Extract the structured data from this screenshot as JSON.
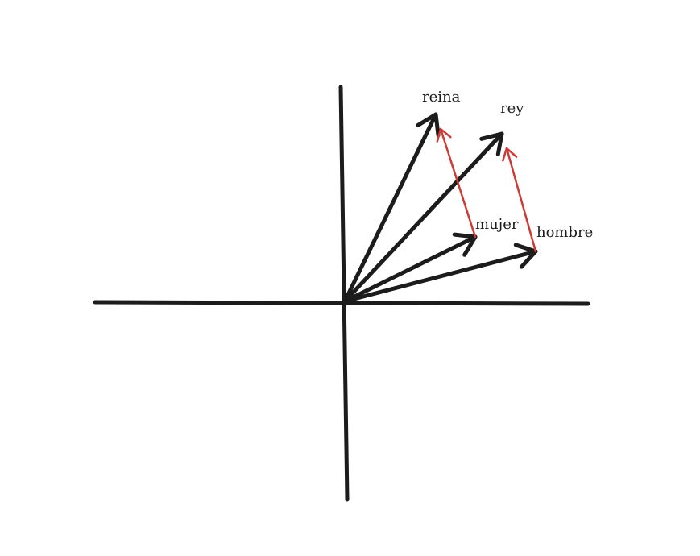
{
  "diagram": {
    "colors": {
      "background": "#ffffff",
      "axis": "#1c1c1c",
      "word_vector": "#1c1c1c",
      "difference_vector": "#cc3b35"
    },
    "labels": {
      "reina": "reina",
      "rey": "rey",
      "mujer": "mujer",
      "hombre": "hombre"
    },
    "vectors": [
      {
        "id": "reina",
        "kind": "word",
        "color_key": "word_vector"
      },
      {
        "id": "rey",
        "kind": "word",
        "color_key": "word_vector"
      },
      {
        "id": "mujer",
        "kind": "word",
        "color_key": "word_vector"
      },
      {
        "id": "hombre",
        "kind": "word",
        "color_key": "word_vector"
      },
      {
        "id": "mujer-to-reina",
        "kind": "difference",
        "from": "mujer",
        "to": "reina",
        "color_key": "difference_vector"
      },
      {
        "id": "hombre-to-rey",
        "kind": "difference",
        "from": "hombre",
        "to": "rey",
        "color_key": "difference_vector"
      }
    ]
  }
}
